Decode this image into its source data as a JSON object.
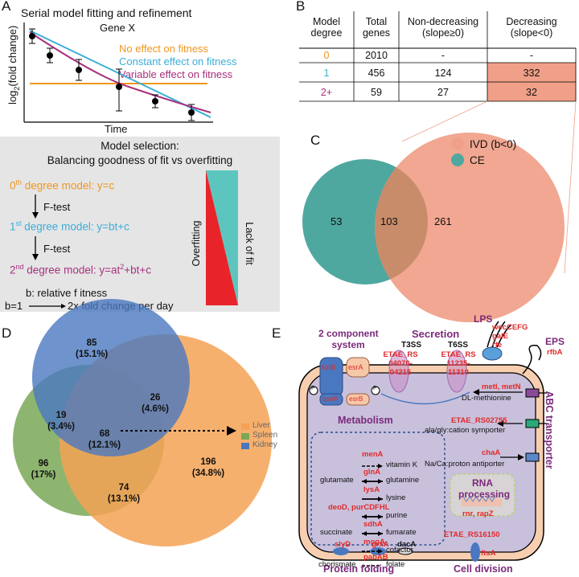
{
  "panel_a": {
    "letter": "A",
    "title": "Serial model fitting and refinement",
    "gene": "Gene X",
    "legend": [
      {
        "label": "No effect on fitness",
        "color": "#f0961e"
      },
      {
        "label": "Constant effect on fitness",
        "color": "#3aaed8"
      },
      {
        "label": "Variable effect on fitness",
        "color": "#a8307e"
      }
    ],
    "ylabel_pre": "log",
    "ylabel_sub": "2",
    "ylabel_post": "(fold change)",
    "xlabel": "Time",
    "model_selection_title": "Model selection:",
    "model_selection_subtitle": "Balancing goodness of fit vs overfitting",
    "m0_pre": "0",
    "m0_sup": "th",
    "m0_post": " degree model: y=c",
    "ftest1": "F-test",
    "m1_pre": "1",
    "m1_sup": "st",
    "m1_post": " degree model: y=bt+c",
    "ftest2": "F-test",
    "m2_pre": "2",
    "m2_sup": "nd",
    "m2_post": " degree model: y=at",
    "m2_sup2": "2",
    "m2_post2": "+bt+c",
    "b_def": "b: relative f itness",
    "b_eq_left": "b=1",
    "b_eq_right": "2x fold change per day",
    "overfitting": "Overfitting",
    "lack_of_fit": "Lack of fit",
    "colors": {
      "orange": "#f0961e",
      "blue": "#3aaed8",
      "purple": "#a8307e",
      "gray_bg": "#e5e5e5",
      "teal": "#5cc6be",
      "red": "#e8242a"
    }
  },
  "panel_b": {
    "letter": "B",
    "headers": [
      "Model\ndegree",
      "Total\ngenes",
      "Non-decreasing\n(slope≥0)",
      "Decreasing\n(slope<0)"
    ],
    "rows": [
      {
        "degree": "0",
        "total": "2010",
        "nondec": "-",
        "dec": "-",
        "color": "#f0961e"
      },
      {
        "degree": "1",
        "total": "456",
        "nondec": "124",
        "dec": "332",
        "color": "#3aaed8"
      },
      {
        "degree": "2+",
        "total": "59",
        "nondec": "27",
        "dec": "32",
        "color": "#a8307e"
      }
    ],
    "highlight_color": "#f0a088"
  },
  "panel_c": {
    "letter": "C",
    "legend": [
      {
        "label": "IVD (b<0)",
        "color": "#f0a088"
      },
      {
        "label": "CE",
        "color": "#4ea8a0"
      }
    ],
    "ce_only": "53",
    "both": "103",
    "ivd_only": "261"
  },
  "panel_d": {
    "letter": "D",
    "kidney_only": [
      "85",
      "(15.1%)"
    ],
    "kidney_liver": [
      "26",
      "(4.6%)"
    ],
    "kidney_spleen": [
      "19",
      "(3.4%)"
    ],
    "all_three": [
      "68",
      "(12.1%)"
    ],
    "spleen_only": [
      "96",
      "(17%)"
    ],
    "spleen_liver": [
      "74",
      "(13.1%)"
    ],
    "liver_only": [
      "196",
      "(34.8%)"
    ],
    "legend": [
      {
        "label": "Liver",
        "color": "#f4a255"
      },
      {
        "label": "Spleen",
        "color": "#7aa856"
      },
      {
        "label": "Kidney",
        "color": "#4a78c0"
      }
    ]
  },
  "panel_e": {
    "letter": "E",
    "two_component": "2 component\nsystem",
    "kinb": "kinB",
    "esra": "esrA",
    "esrb": "esrB",
    "qser": "qseR",
    "p": "P",
    "secretion": "Secretion",
    "t3ss": "T3SS",
    "t6ss": "T6SS",
    "t3ss_genes": "ETAE_RS\n04070-\n04215",
    "t6ss_genes": "ETAE_RS\n11235-\n11310",
    "lps": "LPS",
    "lps_genes": "wecCEFG\ngalE\nrfe",
    "eps": "EPS",
    "eps_gene": "rfbA",
    "metabolism": "Metabolism",
    "abc_transporter": "ABC transporter",
    "met_genes": "metI, metN",
    "dl_met": "DL-methionine",
    "rs02755": "ETAE_RS02755",
    "symporter": "ala/gly:cation symporter",
    "chaa": "chaA",
    "antiporter": "Na/Ca:proton antiporter",
    "rna_processing": "RNA\nprocessing",
    "rna_genes": "rnr, rapZ",
    "rs16150": "ETAE_RS16150",
    "slyd": "slyD",
    "grxa": "grxA",
    "daca": "dacA",
    "ftsa": "ftsA",
    "protein_folding": "Protein folding",
    "cell_division": "Cell division",
    "pathways": [
      {
        "gene": "menA",
        "left": "",
        "right": "vitamin K",
        "style": "dashed"
      },
      {
        "gene": "glnA",
        "left": "glutamate",
        "right": "glutamine",
        "style": "solid-double"
      },
      {
        "gene": "lysA",
        "left": "",
        "right": "lysine",
        "style": "solid"
      },
      {
        "gene": "deoD, purCDFHL",
        "left": "",
        "right": "purine",
        "style": "solid-double"
      },
      {
        "gene": "sdhA",
        "left": "succinate",
        "right": "fumarate",
        "style": "solid-double"
      },
      {
        "gene": "mogA",
        "left": "",
        "right": "cofactor",
        "style": "dashed"
      },
      {
        "gene": "pabAB",
        "left": "chorismate",
        "right": "folate",
        "style": "dashed"
      }
    ]
  }
}
